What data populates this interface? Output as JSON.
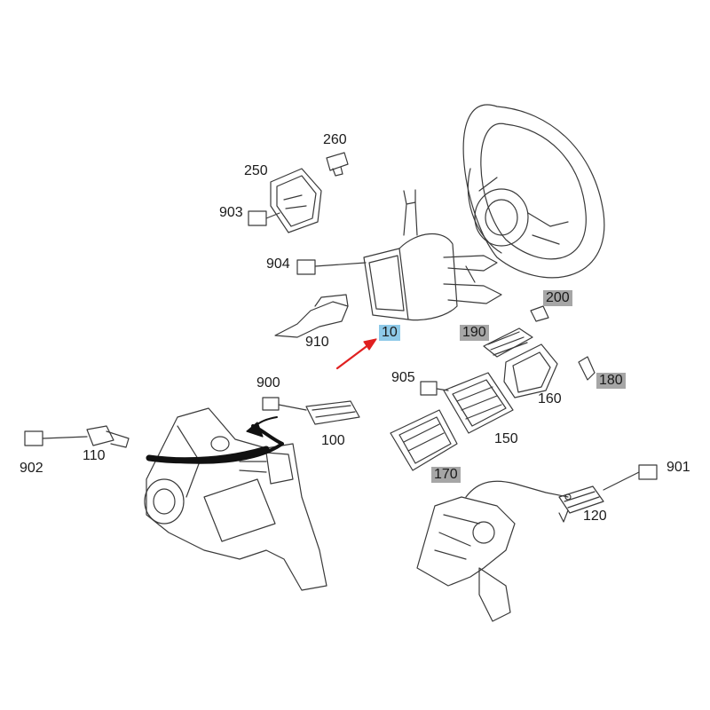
{
  "labels": {
    "p260": "260",
    "p250": "250",
    "p903": "903",
    "p904": "904",
    "p910": "910",
    "p10": "10",
    "p200": "200",
    "p190": "190",
    "p180": "180",
    "p905": "905",
    "p160": "160",
    "p900": "900",
    "p100": "100",
    "p150": "150",
    "p902": "902",
    "p110": "110",
    "p170": "170",
    "p901": "901",
    "p120": "120"
  },
  "colors": {
    "line": "#3a3a3a",
    "highlight_gray": "#a6a6a6",
    "highlight_blue": "#8ec9e8",
    "arrow_red": "#e02020",
    "arrow_black": "#111111"
  }
}
